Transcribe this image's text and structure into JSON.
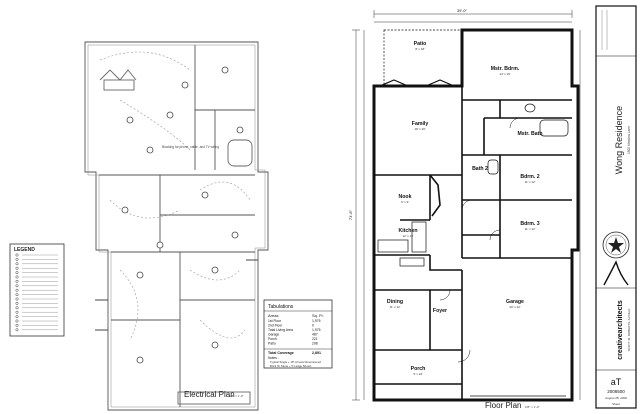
{
  "electrical_plan": {
    "title": "Electrical Plan",
    "scale": "1/8\" = 1'-0\"",
    "legend_title": "LEGEND",
    "legend_rows": 18,
    "note": "Blocking for phone, cable, and TV wiring"
  },
  "tabulations": {
    "title": "Tabulations",
    "headers": [
      "Areas",
      "Sq. Ft."
    ],
    "rows": [
      [
        "1st Floor",
        "1,975"
      ],
      [
        "2nd Floor",
        "0"
      ],
      [
        "Total Living Area",
        "1,975"
      ],
      [
        "Garage",
        "487"
      ],
      [
        "Porch",
        "221"
      ],
      [
        "Patio",
        "208"
      ]
    ],
    "total_label": "Total Coverage",
    "total_value": "2,891",
    "notes_label": "Notes :",
    "notes_lines": [
      "Typical Single + 18\" Arrows Dimensioned",
      "Brick Or Stone + 5' Ledge Shown"
    ]
  },
  "floor_plan": {
    "title": "Floor Plan",
    "scale": "1/8\" = 1'-0\"",
    "overall_width": "39'-0\"",
    "overall_depth": "73'-8\"",
    "rooms": [
      {
        "name": "Patio",
        "sub": "8' x 18'"
      },
      {
        "name": "Mstr. Bdrm.",
        "sub": "14' x 16'"
      },
      {
        "name": "Family",
        "sub": "18' x 20'"
      },
      {
        "name": "Mstr. Bath",
        "sub": ""
      },
      {
        "name": "Bath 2",
        "sub": ""
      },
      {
        "name": "Bdrm. 2",
        "sub": "11' x 12'"
      },
      {
        "name": "Nook",
        "sub": "9' x 9'"
      },
      {
        "name": "Kitchen",
        "sub": "12' x 13'"
      },
      {
        "name": "Bdrm. 3",
        "sub": "11' x 12'"
      },
      {
        "name": "Dining",
        "sub": "11' x 12'"
      },
      {
        "name": "Foyer",
        "sub": ""
      },
      {
        "name": "Garage",
        "sub": "20' x 22'"
      },
      {
        "name": "Porch",
        "sub": "5' x 24'"
      }
    ]
  },
  "title_block": {
    "project": "Wong Residence",
    "address": "1500 Meadow Lane",
    "firm": "creativearchitects",
    "firm_sub": "SCOTT M. ROBERTS, Architect",
    "logo_mark": "aT",
    "job_number": "2006500",
    "date": "August 28, 2006",
    "sheet_label": "Sheet"
  }
}
